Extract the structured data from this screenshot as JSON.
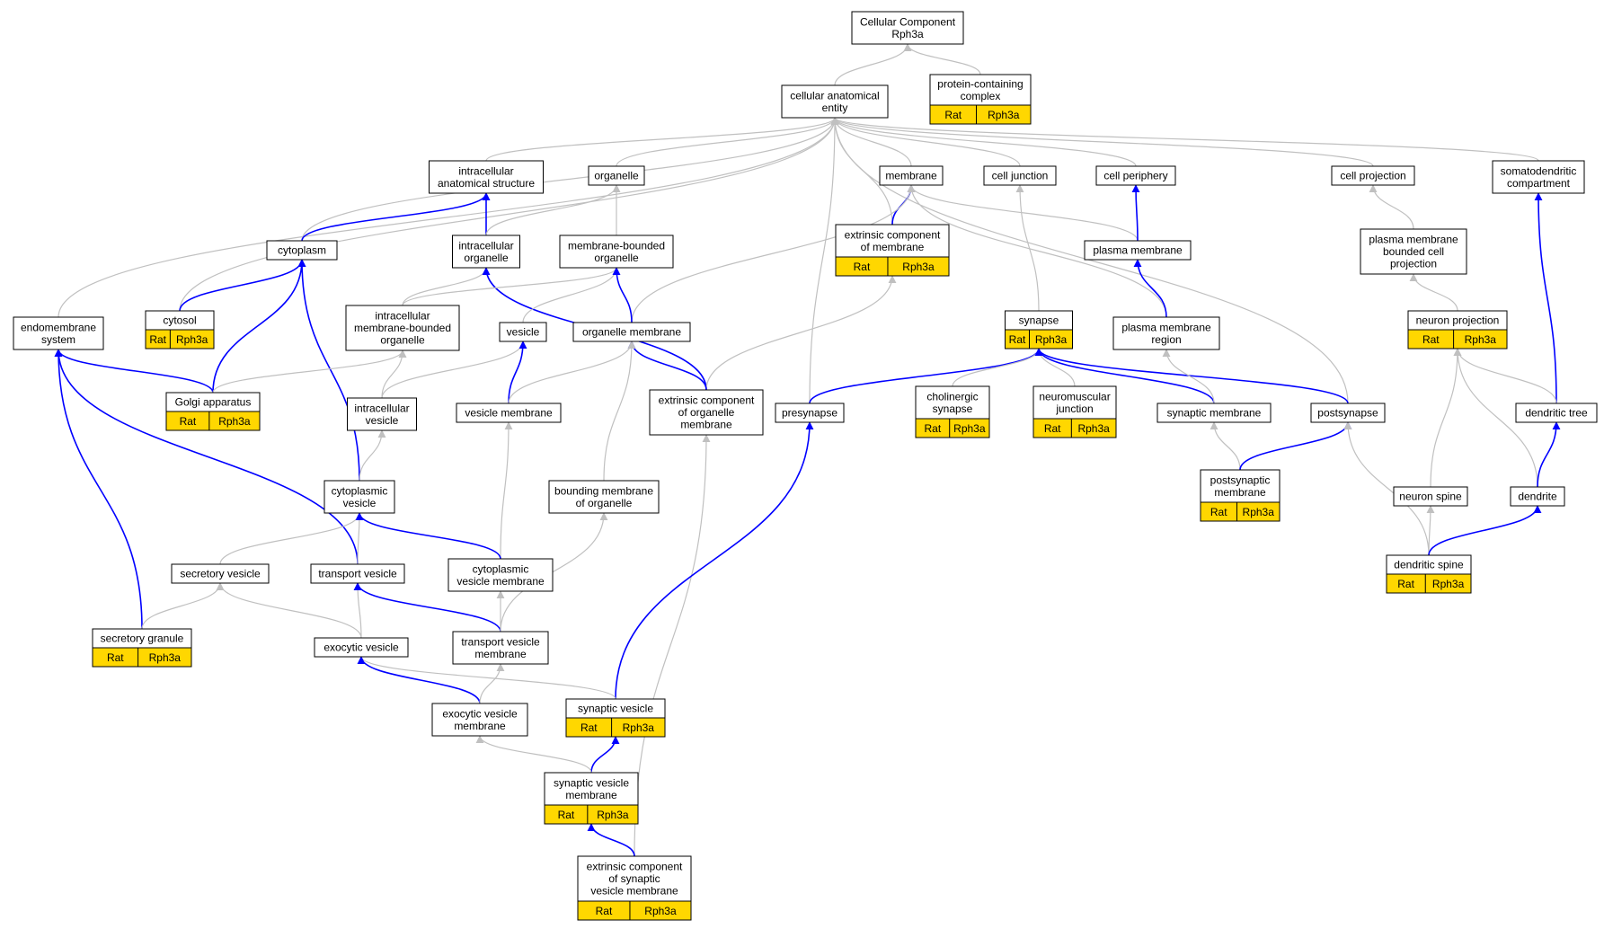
{
  "colors": {
    "gray_edge": "#c0c0c0",
    "blue_edge": "#0000ff",
    "annotated_fill": "#ffd700",
    "node_fill": "#ffffff",
    "border": "#000000"
  },
  "nodes": {
    "root": {
      "lines": [
        "Cellular Component",
        "Rph3a"
      ]
    },
    "protein_complex": {
      "lines": [
        "protein-containing",
        "complex"
      ],
      "org": "Rat",
      "gene": "Rph3a"
    },
    "cae": {
      "lines": [
        "cellular anatomical",
        "entity"
      ]
    },
    "ias": {
      "lines": [
        "intracellular",
        "anatomical structure"
      ]
    },
    "organelle": {
      "lines": [
        "organelle"
      ]
    },
    "membrane": {
      "lines": [
        "membrane"
      ]
    },
    "cell_junction": {
      "lines": [
        "cell junction"
      ]
    },
    "cell_periphery": {
      "lines": [
        "cell periphery"
      ]
    },
    "cell_projection": {
      "lines": [
        "cell projection"
      ]
    },
    "somatodendritic": {
      "lines": [
        "somatodendritic",
        "compartment"
      ]
    },
    "cytoplasm": {
      "lines": [
        "cytoplasm"
      ]
    },
    "intracellular_organelle": {
      "lines": [
        "intracellular",
        "organelle"
      ]
    },
    "mbo": {
      "lines": [
        "membrane-bounded",
        "organelle"
      ]
    },
    "ecm": {
      "lines": [
        "extrinsic component",
        "of membrane"
      ],
      "org": "Rat",
      "gene": "Rph3a"
    },
    "plasma_membrane": {
      "lines": [
        "plasma membrane"
      ]
    },
    "pmbcp": {
      "lines": [
        "plasma membrane",
        "bounded cell",
        "projection"
      ]
    },
    "endomembrane": {
      "lines": [
        "endomembrane",
        "system"
      ]
    },
    "cytosol": {
      "lines": [
        "cytosol"
      ],
      "org": "Rat",
      "gene": "Rph3a"
    },
    "imbo": {
      "lines": [
        "intracellular",
        "membrane-bounded",
        "organelle"
      ]
    },
    "vesicle": {
      "lines": [
        "vesicle"
      ]
    },
    "organelle_membrane": {
      "lines": [
        "organelle membrane"
      ]
    },
    "synapse": {
      "lines": [
        "synapse"
      ],
      "org": "Rat",
      "gene": "Rph3a"
    },
    "pm_region": {
      "lines": [
        "plasma membrane",
        "region"
      ]
    },
    "neuron_projection": {
      "lines": [
        "neuron projection"
      ],
      "org": "Rat",
      "gene": "Rph3a"
    },
    "golgi": {
      "lines": [
        "Golgi apparatus"
      ],
      "org": "Rat",
      "gene": "Rph3a"
    },
    "intracellular_vesicle": {
      "lines": [
        "intracellular",
        "vesicle"
      ]
    },
    "vesicle_membrane": {
      "lines": [
        "vesicle membrane"
      ]
    },
    "ecom": {
      "lines": [
        "extrinsic component",
        "of organelle",
        "membrane"
      ]
    },
    "presynapse": {
      "lines": [
        "presynapse"
      ]
    },
    "cholinergic": {
      "lines": [
        "cholinergic",
        "synapse"
      ],
      "org": "Rat",
      "gene": "Rph3a"
    },
    "nmj": {
      "lines": [
        "neuromuscular",
        "junction"
      ],
      "org": "Rat",
      "gene": "Rph3a"
    },
    "synaptic_membrane": {
      "lines": [
        "synaptic membrane"
      ]
    },
    "postsynapse": {
      "lines": [
        "postsynapse"
      ]
    },
    "dendritic_tree": {
      "lines": [
        "dendritic tree"
      ]
    },
    "cytoplasmic_vesicle": {
      "lines": [
        "cytoplasmic",
        "vesicle"
      ]
    },
    "bmo": {
      "lines": [
        "bounding membrane",
        "of organelle"
      ]
    },
    "postsynaptic_membrane": {
      "lines": [
        "postsynaptic",
        "membrane"
      ],
      "org": "Rat",
      "gene": "Rph3a"
    },
    "neuron_spine": {
      "lines": [
        "neuron spine"
      ]
    },
    "dendrite": {
      "lines": [
        "dendrite"
      ]
    },
    "secretory_vesicle": {
      "lines": [
        "secretory vesicle"
      ]
    },
    "transport_vesicle": {
      "lines": [
        "transport vesicle"
      ]
    },
    "cvm": {
      "lines": [
        "cytoplasmic",
        "vesicle membrane"
      ]
    },
    "dendritic_spine": {
      "lines": [
        "dendritic spine"
      ],
      "org": "Rat",
      "gene": "Rph3a"
    },
    "secretory_granule": {
      "lines": [
        "secretory granule"
      ],
      "org": "Rat",
      "gene": "Rph3a"
    },
    "exocytic_vesicle": {
      "lines": [
        "exocytic vesicle"
      ]
    },
    "tvm": {
      "lines": [
        "transport vesicle",
        "membrane"
      ]
    },
    "synaptic_vesicle": {
      "lines": [
        "synaptic vesicle"
      ],
      "org": "Rat",
      "gene": "Rph3a"
    },
    "evm": {
      "lines": [
        "exocytic vesicle",
        "membrane"
      ]
    },
    "svm": {
      "lines": [
        "synaptic vesicle",
        "membrane"
      ],
      "org": "Rat",
      "gene": "Rph3a"
    },
    "ecsvm": {
      "lines": [
        "extrinsic component",
        "of synaptic",
        "vesicle membrane"
      ],
      "org": "Rat",
      "gene": "Rph3a"
    }
  },
  "edges": [
    [
      "cae",
      "root",
      "g"
    ],
    [
      "protein_complex",
      "root",
      "g"
    ],
    [
      "ias",
      "cae",
      "g"
    ],
    [
      "organelle",
      "cae",
      "g"
    ],
    [
      "membrane",
      "cae",
      "g"
    ],
    [
      "cell_junction",
      "cae",
      "g"
    ],
    [
      "cell_periphery",
      "cae",
      "g"
    ],
    [
      "cell_projection",
      "cae",
      "g"
    ],
    [
      "somatodendritic",
      "cae",
      "g"
    ],
    [
      "endomembrane",
      "cae",
      "g"
    ],
    [
      "cytosol",
      "cae",
      "g"
    ],
    [
      "cytoplasm",
      "cae",
      "g"
    ],
    [
      "ecm",
      "cae",
      "g"
    ],
    [
      "presynapse",
      "cae",
      "g"
    ],
    [
      "postsynapse",
      "cae",
      "g"
    ],
    [
      "cytoplasm",
      "ias",
      "b"
    ],
    [
      "intracellular_organelle",
      "ias",
      "b"
    ],
    [
      "intracellular_organelle",
      "organelle",
      "g"
    ],
    [
      "mbo",
      "organelle",
      "g"
    ],
    [
      "ecm",
      "membrane",
      "b"
    ],
    [
      "plasma_membrane",
      "membrane",
      "g"
    ],
    [
      "organelle_membrane",
      "membrane",
      "g"
    ],
    [
      "pm_region",
      "membrane",
      "g"
    ],
    [
      "plasma_membrane",
      "cell_periphery",
      "b"
    ],
    [
      "synapse",
      "cell_junction",
      "g"
    ],
    [
      "pmbcp",
      "cell_projection",
      "g"
    ],
    [
      "dendritic_tree",
      "somatodendritic",
      "b"
    ],
    [
      "cytosol",
      "cytoplasm",
      "b"
    ],
    [
      "golgi",
      "cytoplasm",
      "b"
    ],
    [
      "cytoplasmic_vesicle",
      "cytoplasm",
      "b"
    ],
    [
      "imbo",
      "intracellular_organelle",
      "g"
    ],
    [
      "ecom",
      "intracellular_organelle",
      "b"
    ],
    [
      "imbo",
      "mbo",
      "g"
    ],
    [
      "vesicle",
      "mbo",
      "g"
    ],
    [
      "organelle_membrane",
      "mbo",
      "b"
    ],
    [
      "ecom",
      "ecm",
      "g"
    ],
    [
      "pm_region",
      "plasma_membrane",
      "b"
    ],
    [
      "neuron_projection",
      "pmbcp",
      "g"
    ],
    [
      "golgi",
      "endomembrane",
      "b"
    ],
    [
      "transport_vesicle",
      "endomembrane",
      "b"
    ],
    [
      "secretory_granule",
      "endomembrane",
      "b"
    ],
    [
      "golgi",
      "imbo",
      "g"
    ],
    [
      "intracellular_vesicle",
      "imbo",
      "g"
    ],
    [
      "intracellular_vesicle",
      "vesicle",
      "g"
    ],
    [
      "vesicle_membrane",
      "vesicle",
      "b"
    ],
    [
      "vesicle_membrane",
      "organelle_membrane",
      "g"
    ],
    [
      "ecom",
      "organelle_membrane",
      "b"
    ],
    [
      "bmo",
      "organelle_membrane",
      "g"
    ],
    [
      "presynapse",
      "synapse",
      "b"
    ],
    [
      "cholinergic",
      "synapse",
      "g"
    ],
    [
      "nmj",
      "synapse",
      "g"
    ],
    [
      "synaptic_membrane",
      "synapse",
      "b"
    ],
    [
      "postsynapse",
      "synapse",
      "b"
    ],
    [
      "synaptic_membrane",
      "pm_region",
      "g"
    ],
    [
      "dendritic_tree",
      "neuron_projection",
      "g"
    ],
    [
      "neuron_spine",
      "neuron_projection",
      "g"
    ],
    [
      "dendrite",
      "neuron_projection",
      "g"
    ],
    [
      "cytoplasmic_vesicle",
      "intracellular_vesicle",
      "g"
    ],
    [
      "cvm",
      "vesicle_membrane",
      "g"
    ],
    [
      "ecsvm",
      "ecom",
      "g"
    ],
    [
      "synaptic_vesicle",
      "presynapse",
      "b"
    ],
    [
      "postsynaptic_membrane",
      "synaptic_membrane",
      "g"
    ],
    [
      "postsynaptic_membrane",
      "postsynapse",
      "b"
    ],
    [
      "dendritic_spine",
      "postsynapse",
      "g"
    ],
    [
      "dendrite",
      "dendritic_tree",
      "b"
    ],
    [
      "secretory_vesicle",
      "cytoplasmic_vesicle",
      "g"
    ],
    [
      "transport_vesicle",
      "cytoplasmic_vesicle",
      "g"
    ],
    [
      "cvm",
      "cytoplasmic_vesicle",
      "b"
    ],
    [
      "tvm",
      "bmo",
      "g"
    ],
    [
      "dendritic_spine",
      "neuron_spine",
      "g"
    ],
    [
      "dendritic_spine",
      "dendrite",
      "b"
    ],
    [
      "secretory_granule",
      "secretory_vesicle",
      "g"
    ],
    [
      "exocytic_vesicle",
      "secretory_vesicle",
      "g"
    ],
    [
      "exocytic_vesicle",
      "transport_vesicle",
      "g"
    ],
    [
      "tvm",
      "transport_vesicle",
      "b"
    ],
    [
      "tvm",
      "cvm",
      "g"
    ],
    [
      "synaptic_vesicle",
      "exocytic_vesicle",
      "g"
    ],
    [
      "evm",
      "exocytic_vesicle",
      "b"
    ],
    [
      "evm",
      "tvm",
      "g"
    ],
    [
      "svm",
      "synaptic_vesicle",
      "b"
    ],
    [
      "svm",
      "evm",
      "g"
    ],
    [
      "ecsvm",
      "svm",
      "b"
    ]
  ]
}
